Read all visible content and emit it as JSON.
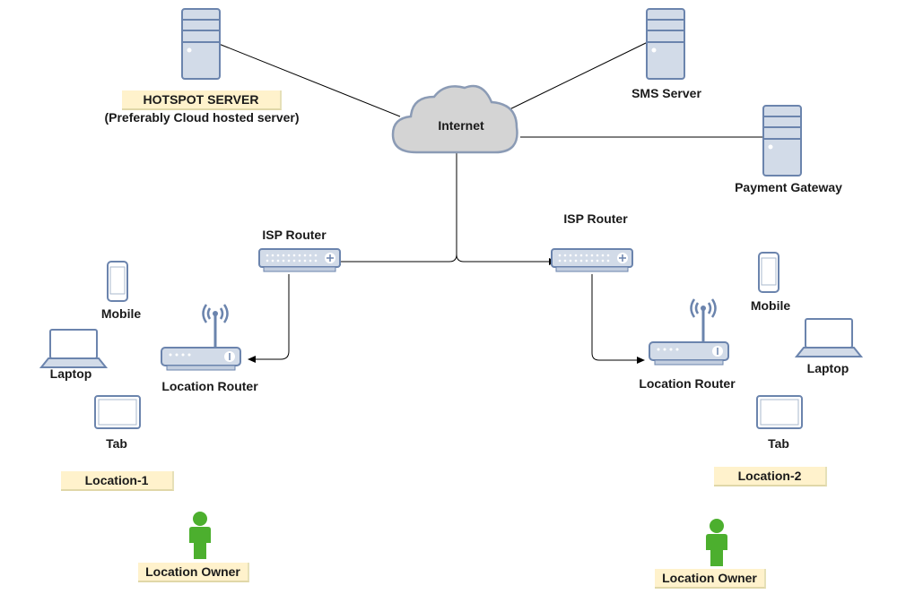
{
  "nodes": {
    "hotspot_server": {
      "label": "HOTSPOT SERVER",
      "sublabel": "(Preferably Cloud hosted server)"
    },
    "sms_server": {
      "label": "SMS Server"
    },
    "payment_gateway": {
      "label": "Payment Gateway"
    },
    "internet": {
      "label": "Internet"
    },
    "isp_router_1": {
      "label": "ISP Router"
    },
    "isp_router_2": {
      "label": "ISP Router"
    },
    "location_router_1": {
      "label": "Location Router"
    },
    "location_router_2": {
      "label": "Location Router"
    },
    "mobile_1": {
      "label": "Mobile"
    },
    "laptop_1": {
      "label": "Laptop"
    },
    "tab_1": {
      "label": "Tab"
    },
    "mobile_2": {
      "label": "Mobile"
    },
    "laptop_2": {
      "label": "Laptop"
    },
    "tab_2": {
      "label": "Tab"
    },
    "location_1": {
      "label": "Location-1"
    },
    "location_2": {
      "label": "Location-2"
    },
    "owner_1": {
      "label": "Location Owner"
    },
    "owner_2": {
      "label": "Location Owner"
    }
  },
  "colors": {
    "device_fill": "#d2dbe8",
    "device_stroke": "#6b84ad",
    "cloud_fill": "#d4d4d4",
    "cloud_stroke": "#8b9bb5",
    "person_fill": "#4caf2e",
    "tag_fill": "#fff2cc"
  },
  "icons": {
    "server": "server-icon",
    "cloud": "cloud-icon",
    "router": "router-icon",
    "wireless_router": "wireless-router-icon",
    "mobile": "mobile-phone-icon",
    "laptop": "laptop-icon",
    "tablet": "tablet-icon",
    "person": "person-icon"
  }
}
